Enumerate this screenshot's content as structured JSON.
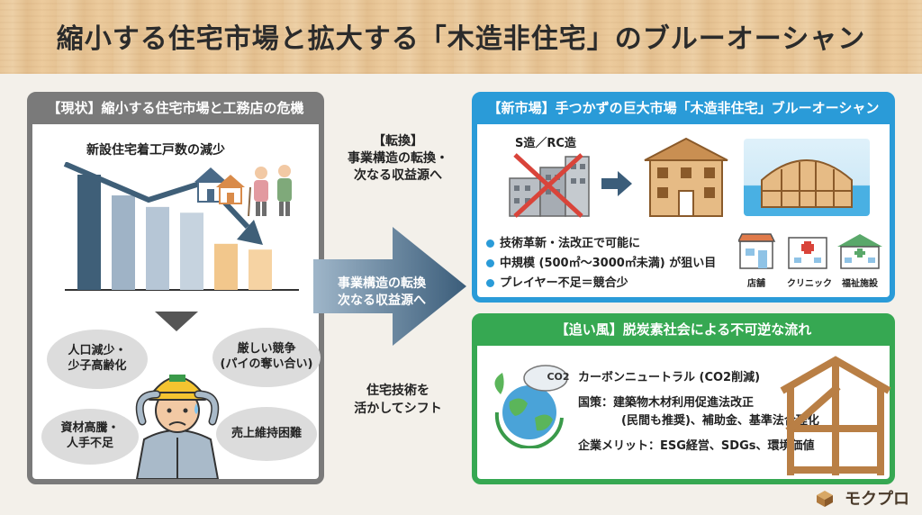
{
  "title": "縮小する住宅市場と拡大する「木造非住宅」のブルーオーシャン",
  "left_panel": {
    "title": "【現状】縮小する住宅市場と工務店の危機",
    "chart_title": "新設住宅着工戸数の減少",
    "bubbles": {
      "population": "人口減少・\n少子高齢化",
      "competition": "厳しい競争\n(パイの奪い合い)",
      "materials": "資材高騰・\n人手不足",
      "sales": "売上維持困難"
    }
  },
  "middle": {
    "top_label": "【転換】\n事業構造の転換・\n次なる収益源へ",
    "arrow_label": "事業構造の転換\n次なる収益源へ",
    "bottom_label": "住宅技術を\n活かしてシフト"
  },
  "blue_panel": {
    "title": "【新市場】手つかずの巨大市場「木造非住宅」ブルーオーシャン",
    "rc_label": "S造／RC造",
    "bullets": [
      "技術革新・法改正で可能に",
      "中規模 (500㎡～3000㎡未満) が狙い目",
      "プレイヤー不足＝競合少"
    ],
    "facilities": [
      "店舗",
      "クリニック",
      "福祉施設"
    ]
  },
  "green_panel": {
    "title": "【追い風】脱炭素社会による不可逆な流れ",
    "co2_label": "CO2",
    "lines": [
      "カーボンニュートラル (CO2削減)",
      "国策：建築物木材利用促進法改正",
      "(民間も推奨)、補助金、基準法合理化",
      "企業メリット：ESG経営、SDGs、環境価値"
    ]
  },
  "brand": "モクプロ",
  "chart_data": {
    "type": "bar",
    "title": "新設住宅着工戸数の減少",
    "categories": [
      "",
      "",
      "",
      "",
      "",
      ""
    ],
    "values": [
      100,
      82,
      72,
      67,
      40,
      35
    ],
    "highlight_colors": [
      "#3f5f78",
      "#9fb3c6",
      "#b6c6d6",
      "#c6d3df",
      "#f2c78c",
      "#f6d3a3"
    ]
  }
}
